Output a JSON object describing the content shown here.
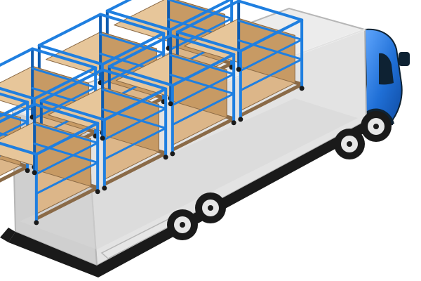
{
  "illustration": {
    "subject": "box-truck-cutaway",
    "rows": 2,
    "columns": 4,
    "colors": {
      "cab_blue": "#1f6fd6",
      "cab_dark": "#0e2233",
      "cab_light": "#62a8ff",
      "frame_blue": "#1f7fe0",
      "frame_dark": "#0f5cb0",
      "box_front": "#dcb689",
      "box_side": "#c79a64",
      "box_top": "#e7c69a",
      "box_outline": "#8b6a45",
      "pallet": "#8a6a47",
      "trailer_side": "#e3e3e3",
      "trailer_back": "#cfcfcf",
      "trailer_top": "#ececec",
      "trailer_outline": "#b6b6b6",
      "chassis": "#1a1a1a",
      "wheel_dark": "#1a1a1a",
      "wheel_rim": "#e6e6e6"
    }
  }
}
